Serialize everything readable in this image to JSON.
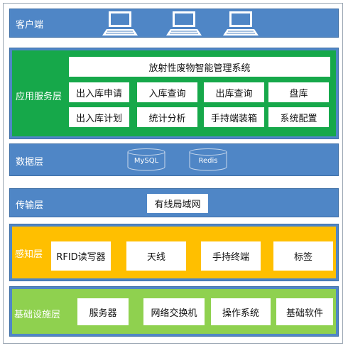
{
  "colors": {
    "blue_layer": "#4f86c6",
    "blue_border": "#3f6fa6",
    "green_layer": "#16a84a",
    "yellow_layer": "#ffbf00",
    "lightgreen_layer": "#8fd14f",
    "white_box": "#ffffff"
  },
  "client": {
    "label": "客户端",
    "icon": "computer-icon"
  },
  "application": {
    "label": "应用服务层",
    "system_title": "放射性废物智能管理系统",
    "modules": [
      "出入库申请",
      "入库查询",
      "出库查询",
      "盘库",
      "出入库计划",
      "统计分析",
      "手持端装箱",
      "系统配置"
    ]
  },
  "data_layer": {
    "label": "数据层",
    "databases": [
      "MySQL",
      "Redis"
    ],
    "icon": "database-icon"
  },
  "transport": {
    "label": "传输层",
    "network": "有线局域网"
  },
  "perception": {
    "label": "感知层",
    "items": [
      "RFID读写器",
      "天线",
      "手持终端",
      "标签"
    ]
  },
  "infrastructure": {
    "label": "基础设施层",
    "items": [
      "服务器",
      "网络交换机",
      "操作系统",
      "基础软件"
    ]
  }
}
